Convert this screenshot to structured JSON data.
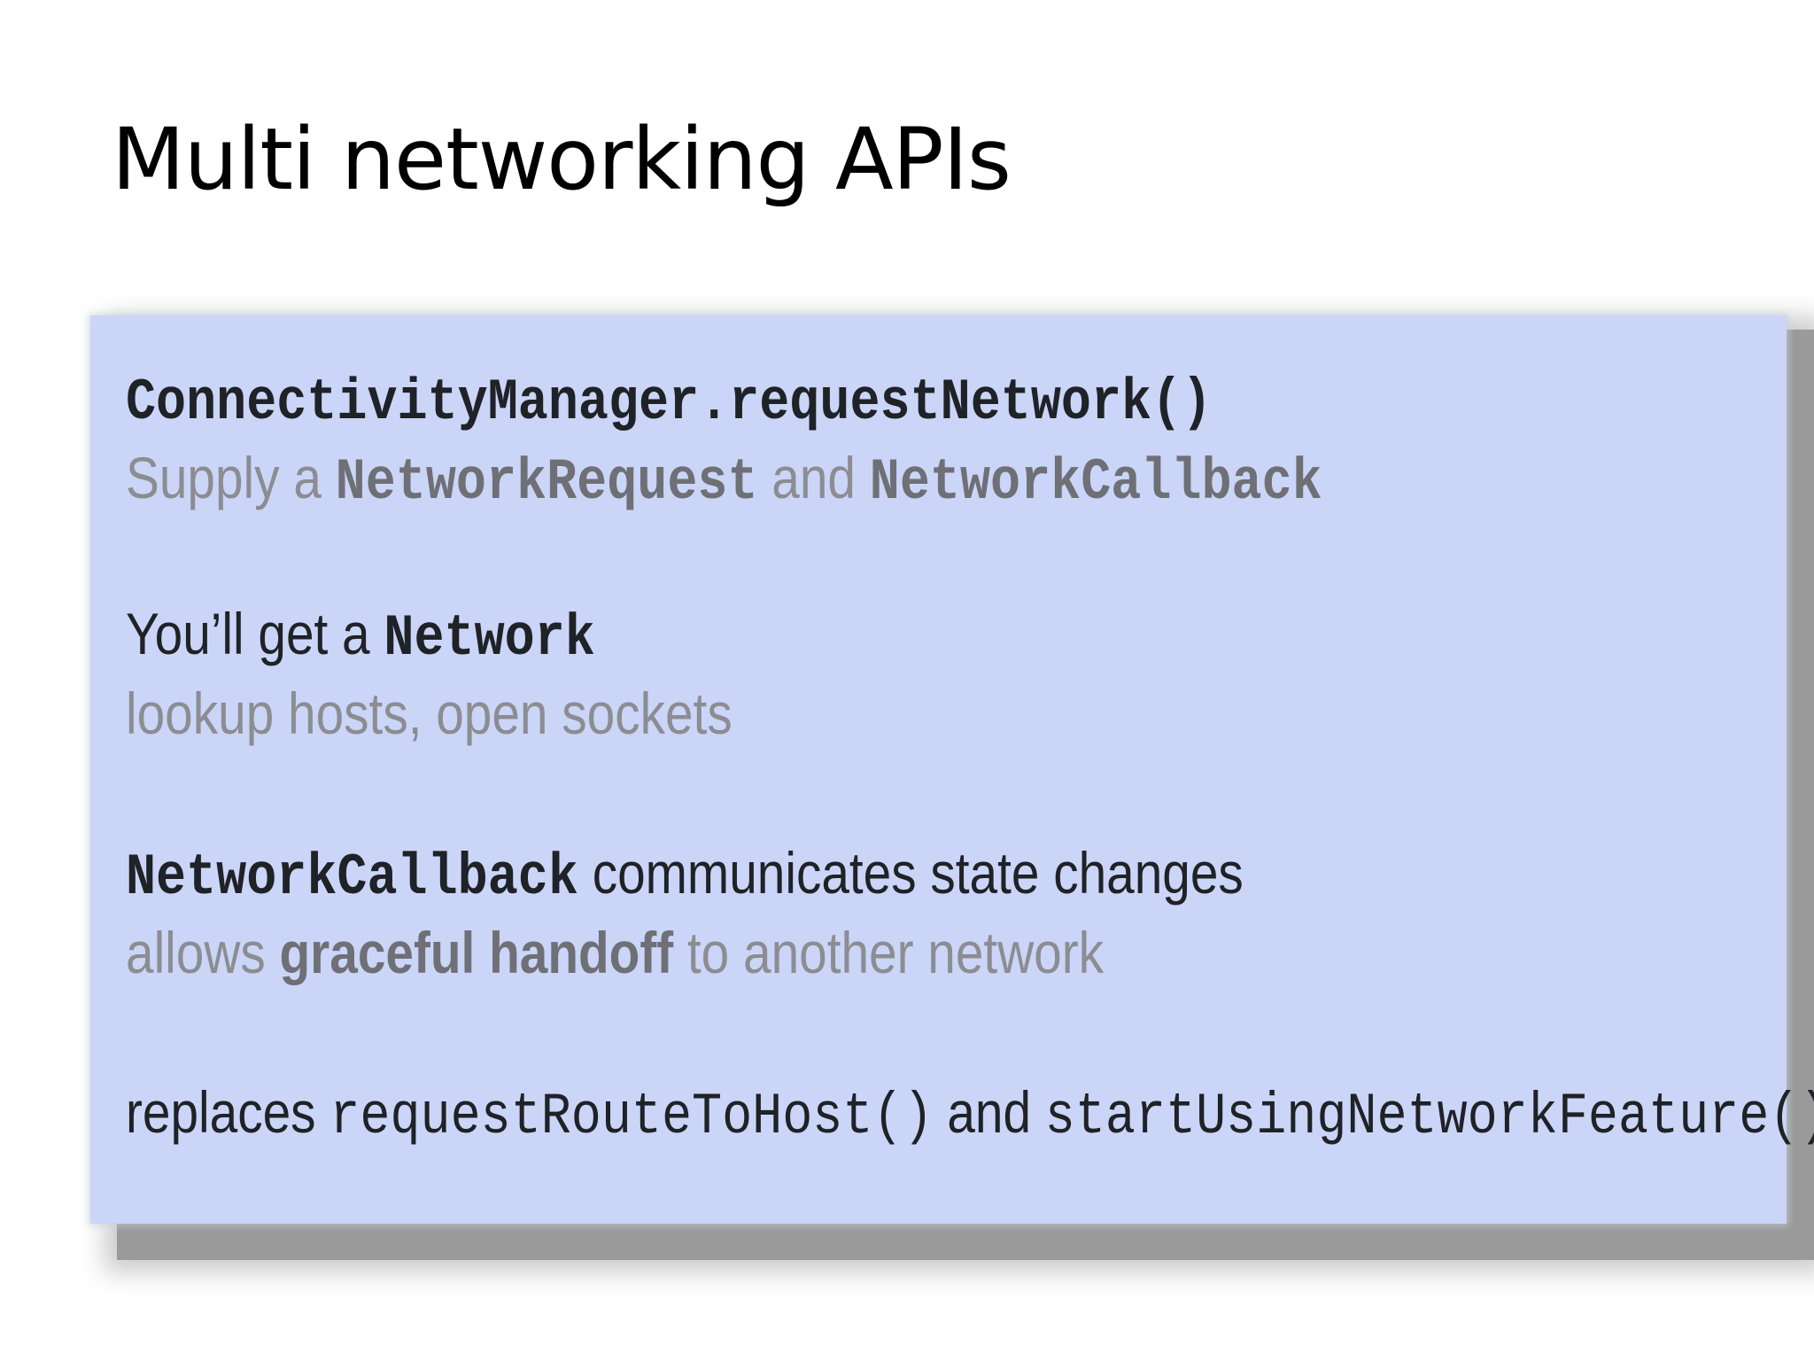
{
  "slide": {
    "title": "Multi networking APIs"
  },
  "panel": {
    "item1": {
      "primary_code": "ConnectivityManager.requestNetwork()",
      "secondary_prefix": "Supply a ",
      "secondary_code1": "NetworkRequest",
      "secondary_mid": " and ",
      "secondary_code2": "NetworkCallback"
    },
    "item2": {
      "primary_prefix": "You’ll get a ",
      "primary_code": "Network",
      "secondary": "lookup hosts, open sockets"
    },
    "item3": {
      "primary_code": "NetworkCallback",
      "primary_suffix": " communicates state changes",
      "secondary_prefix": "allows ",
      "secondary_strong": "graceful handoff",
      "secondary_suffix": " to another network"
    },
    "item4": {
      "primary_prefix": "replaces ",
      "primary_code1": "requestRouteToHost()",
      "primary_mid": " and ",
      "primary_code2": "startUsingNetworkFeature()"
    }
  },
  "colors": {
    "panel_background": "#cbd5f7",
    "primary_text": "#1f2226",
    "secondary_text": "#8b8d92"
  }
}
